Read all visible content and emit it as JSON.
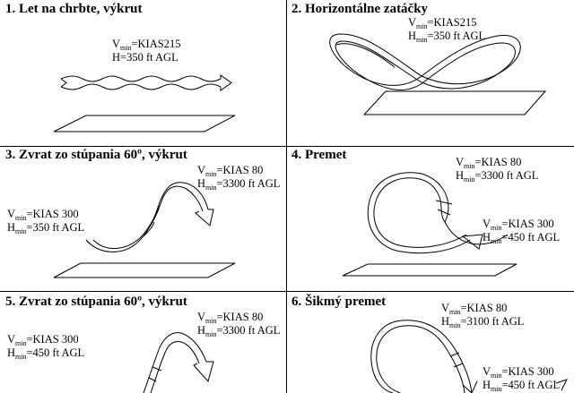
{
  "panels": [
    {
      "title": "1. Let na chrbte, výkrut",
      "params": [
        {
          "prefix": "V",
          "sub": "min",
          "value": "=KIAS215"
        },
        {
          "prefix": "H",
          "sub": "",
          "value": "=350 ft AGL"
        }
      ]
    },
    {
      "title": "2. Horizontálne zatáčky",
      "params": [
        {
          "prefix": "V",
          "sub": "min",
          "value": "=KIAS215"
        },
        {
          "prefix": "H",
          "sub": "min",
          "value": "=350 ft AGL"
        }
      ]
    },
    {
      "title": "3. Zvrat zo stúpania 60º, výkrut",
      "params": [
        {
          "prefix": "V",
          "sub": "min",
          "value": "=KIAS 80"
        },
        {
          "prefix": "H",
          "sub": "min",
          "value": "=3300 ft AGL"
        },
        {
          "prefix": "V",
          "sub": "min",
          "value": "=KIAS 300"
        },
        {
          "prefix": "H",
          "sub": "min",
          "value": "=350 ft AGL"
        }
      ]
    },
    {
      "title": "4. Premet",
      "params": [
        {
          "prefix": "V",
          "sub": "min",
          "value": "=KIAS 80"
        },
        {
          "prefix": "H",
          "sub": "min",
          "value": "=3300 ft AGL"
        },
        {
          "prefix": "V",
          "sub": "min",
          "value": "=KIAS 300"
        },
        {
          "prefix": "H",
          "sub": "min",
          "value": "=450 ft  AGL"
        }
      ]
    },
    {
      "title": "5. Zvrat zo stúpania 60º, výkrut",
      "params": [
        {
          "prefix": "V",
          "sub": "min",
          "value": "=KIAS 80"
        },
        {
          "prefix": "H",
          "sub": "min",
          "value": "=3300 ft AGL"
        },
        {
          "prefix": "V",
          "sub": "min",
          "value": "=KIAS 300"
        },
        {
          "prefix": "H",
          "sub": "min",
          "value": "=450 ft  AGL"
        }
      ]
    },
    {
      "title": "6. Šikmý premet",
      "params": [
        {
          "prefix": "V",
          "sub": "min",
          "value": "=KIAS 80"
        },
        {
          "prefix": "H",
          "sub": "min",
          "value": "=3100 ft AGL"
        },
        {
          "prefix": "V",
          "sub": "min",
          "value": "=KIAS 300"
        },
        {
          "prefix": "H",
          "sub": "min",
          "value": "=450 ft  AGL"
        }
      ]
    }
  ]
}
